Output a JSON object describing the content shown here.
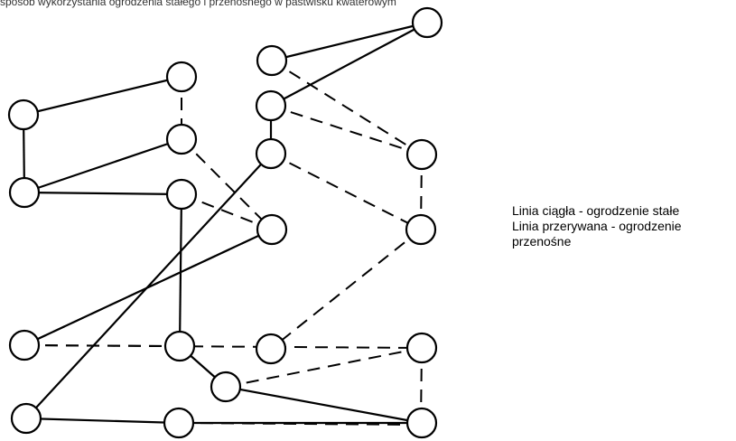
{
  "caption": "sposób wykorzystania ogrodzenia stałego i przenośnego w pastwisku kwaterowym",
  "legend": {
    "line1": "Linia ciągła - ogrodzenie stałe",
    "line2": "Linia przerywana - ogrodzenie",
    "line3": "przenośne"
  },
  "colors": {
    "ink": "#000000",
    "background": "#ffffff"
  },
  "diagram": {
    "nodes": [
      "p1",
      "p2",
      "p3",
      "p4",
      "p5",
      "p6",
      "p7",
      "p8",
      "p9",
      "p10",
      "p11",
      "p12",
      "p13",
      "p14",
      "p15",
      "p16",
      "p17",
      "p18",
      "p19",
      "p20",
      "p21"
    ],
    "solid_edges": [
      [
        "p1",
        "p2"
      ],
      [
        "p1",
        "p4"
      ],
      [
        "p4",
        "p8"
      ],
      [
        "p8",
        "p18"
      ],
      [
        "p18",
        "p19"
      ],
      [
        "p19",
        "p21"
      ],
      [
        "p5",
        "p7"
      ],
      [
        "p7",
        "p10"
      ],
      [
        "p10",
        "p14"
      ],
      [
        "p14",
        "p17"
      ],
      [
        "p17",
        "p21"
      ],
      [
        "p3",
        "p5"
      ],
      [
        "p6",
        "p7"
      ],
      [
        "p13",
        "p11"
      ]
    ],
    "dashed_edges": [
      [
        "p2",
        "p9"
      ],
      [
        "p9",
        "p12"
      ],
      [
        "p12",
        "p15"
      ],
      [
        "p3",
        "p6"
      ],
      [
        "p6",
        "p11"
      ],
      [
        "p11",
        "p13"
      ],
      [
        "p13",
        "p16"
      ],
      [
        "p16",
        "p20"
      ],
      [
        "p20",
        "p19"
      ],
      [
        "p4",
        "p9"
      ],
      [
        "p8",
        "p12"
      ],
      [
        "p11",
        "p10"
      ],
      [
        "p13",
        "p14"
      ],
      [
        "p16",
        "p17"
      ]
    ]
  }
}
